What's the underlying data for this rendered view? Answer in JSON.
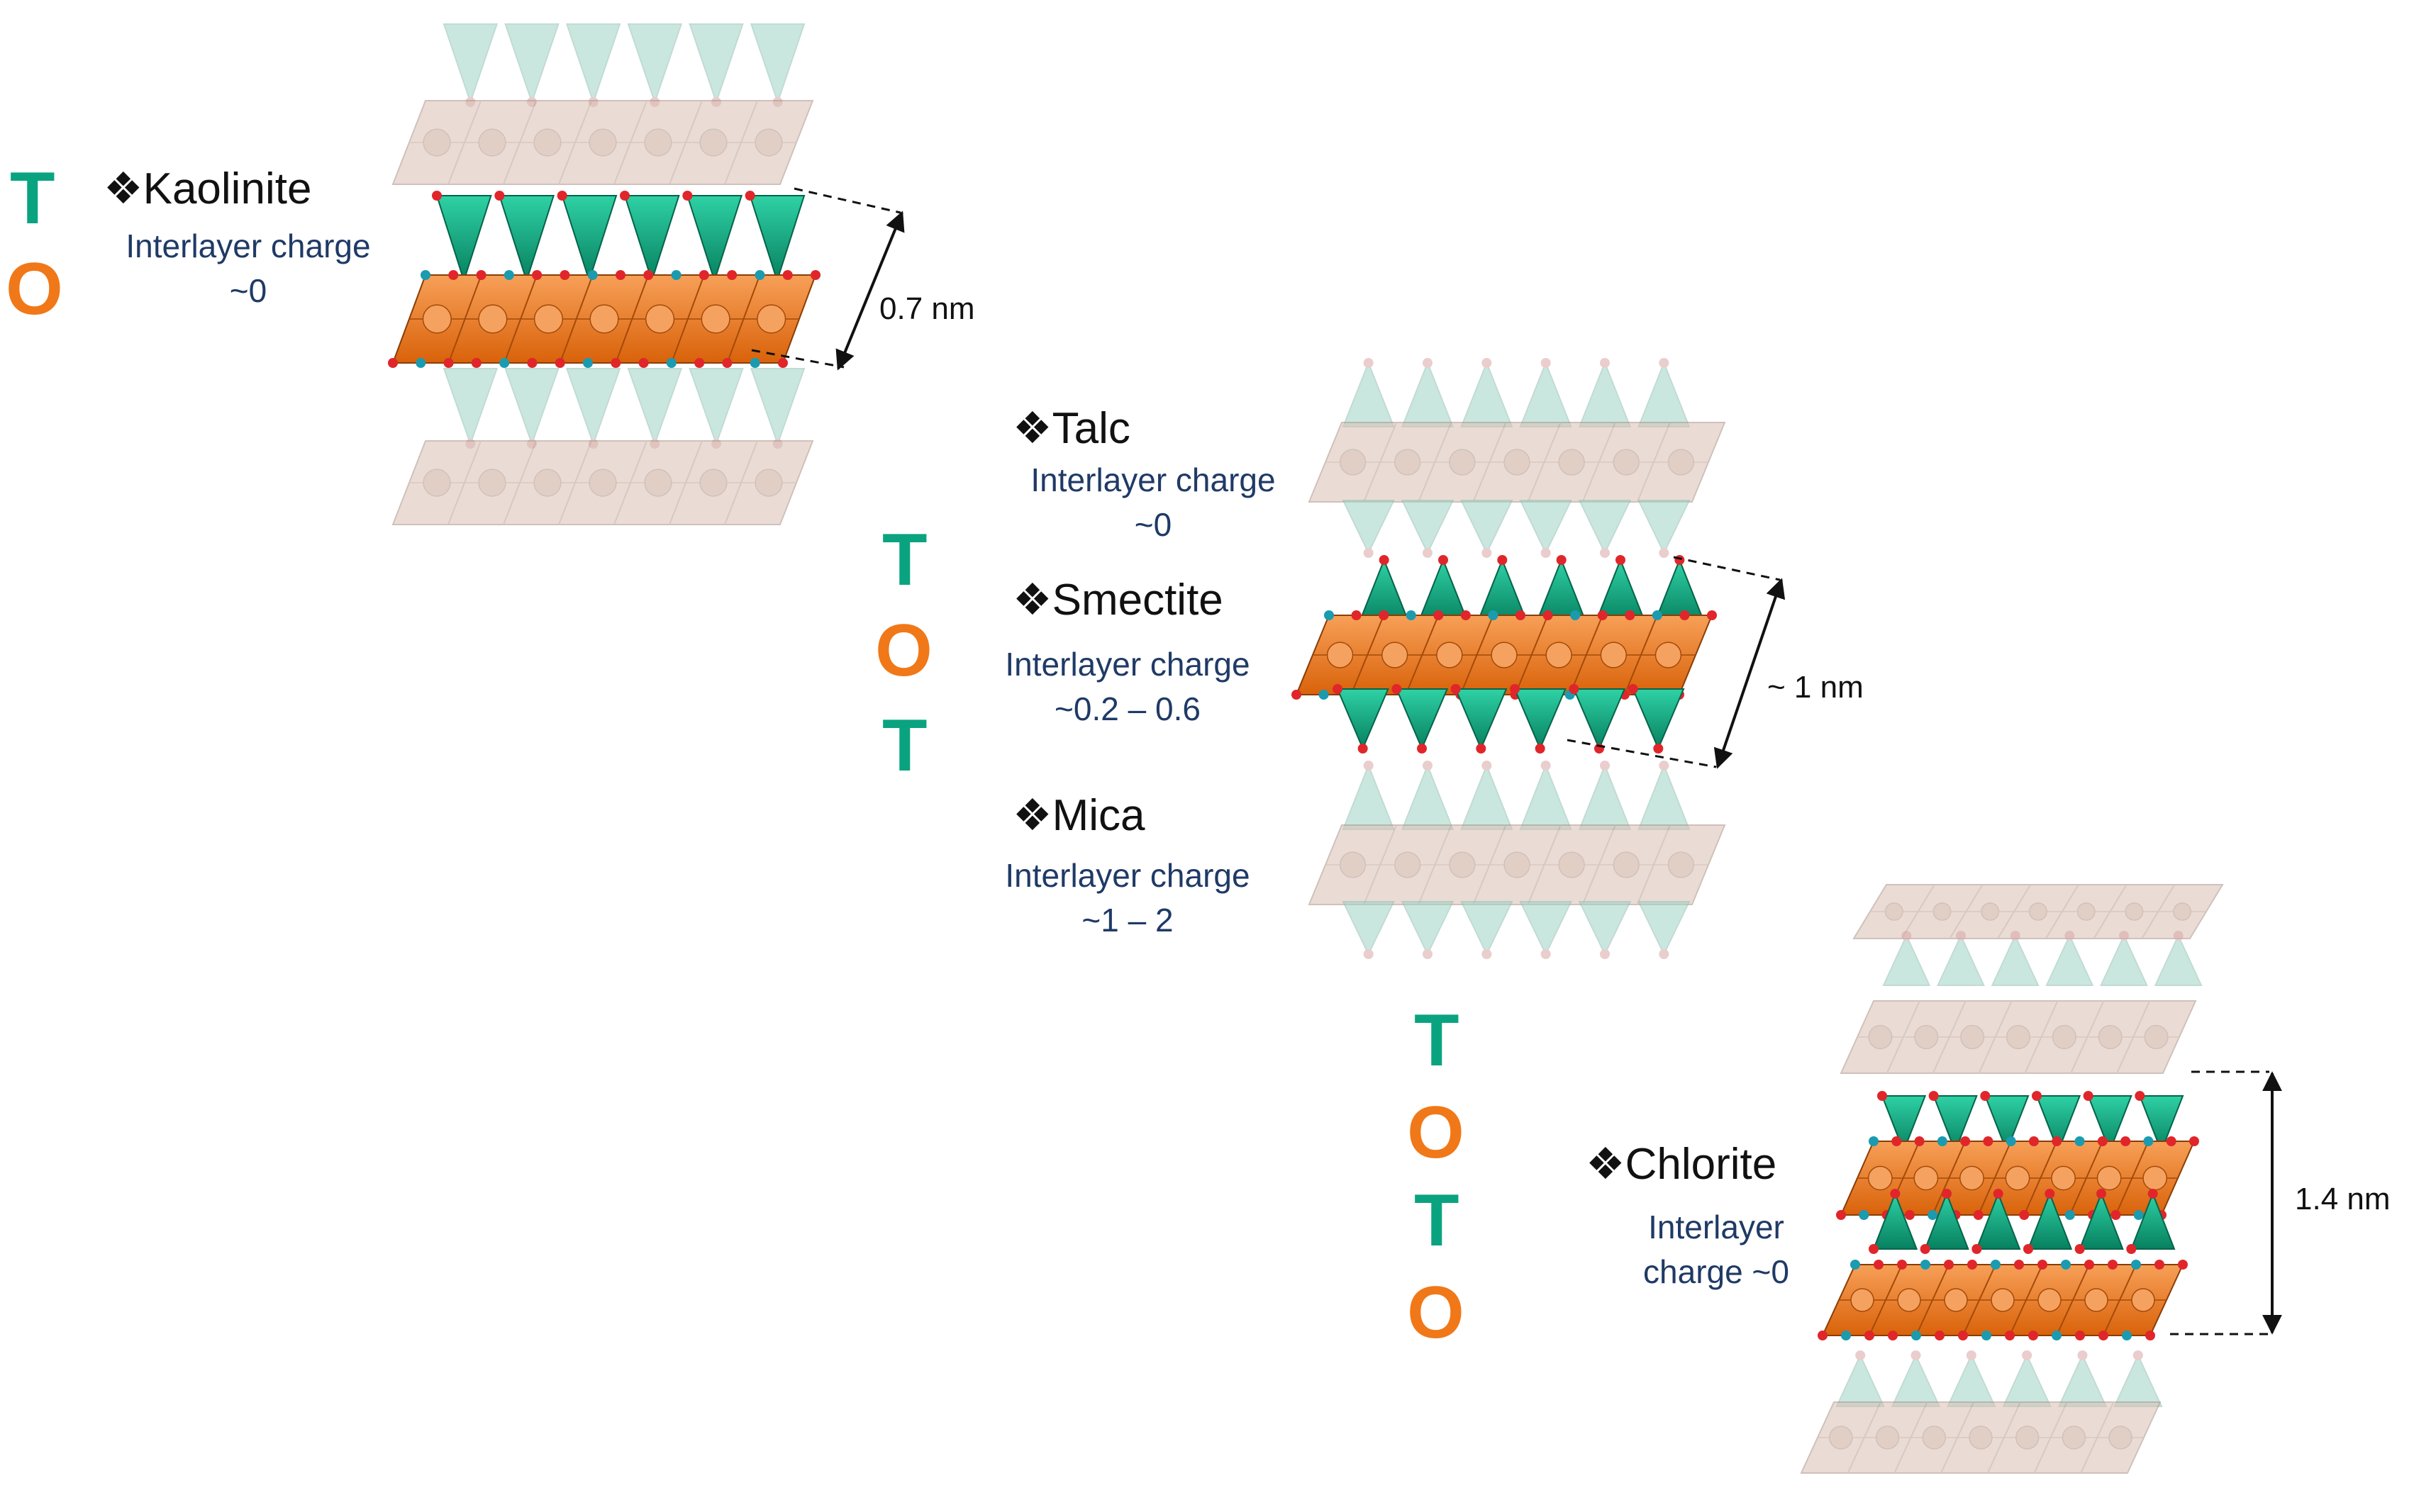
{
  "colors": {
    "tetrahedral": "#0aa37f",
    "octahedral": "#f07818",
    "pale_tetrahedral": "#9fd4c6",
    "pale_octahedral": "#d9c0b4",
    "charge_text": "#1f3a66",
    "atom_oxygen": "#e0262a",
    "atom_hydrogen": "#1a9bb0"
  },
  "icons": {
    "bullet": "black-diamond-minus-white-x-glyph"
  },
  "layer_letters": {
    "T": "T",
    "O": "O"
  },
  "minerals": {
    "kaolinite": {
      "bullet": "❖",
      "name": "Kaolinite",
      "charge_line1": "Interlayer charge",
      "charge_line2": "~0",
      "sequence": [
        "T",
        "O"
      ]
    },
    "talc": {
      "bullet": "❖",
      "name": "Talc",
      "charge_line1": "Interlayer charge",
      "charge_line2": "~0"
    },
    "smectite": {
      "bullet": "❖",
      "name": "Smectite",
      "charge_line1": "Interlayer charge",
      "charge_line2": "~0.2 – 0.6",
      "sequence": [
        "T",
        "O",
        "T"
      ]
    },
    "mica": {
      "bullet": "❖",
      "name": "Mica",
      "charge_line1": "Interlayer charge",
      "charge_line2": "~1 – 2"
    },
    "chlorite": {
      "bullet": "❖",
      "name": "Chlorite",
      "charge_line1": "Interlayer",
      "charge_line2": "charge ~0",
      "sequence": [
        "T",
        "O",
        "T",
        "O"
      ]
    }
  },
  "distances": {
    "kaolinite": "0.7 nm",
    "smectite": "~ 1 nm",
    "chlorite": "1.4 nm"
  }
}
